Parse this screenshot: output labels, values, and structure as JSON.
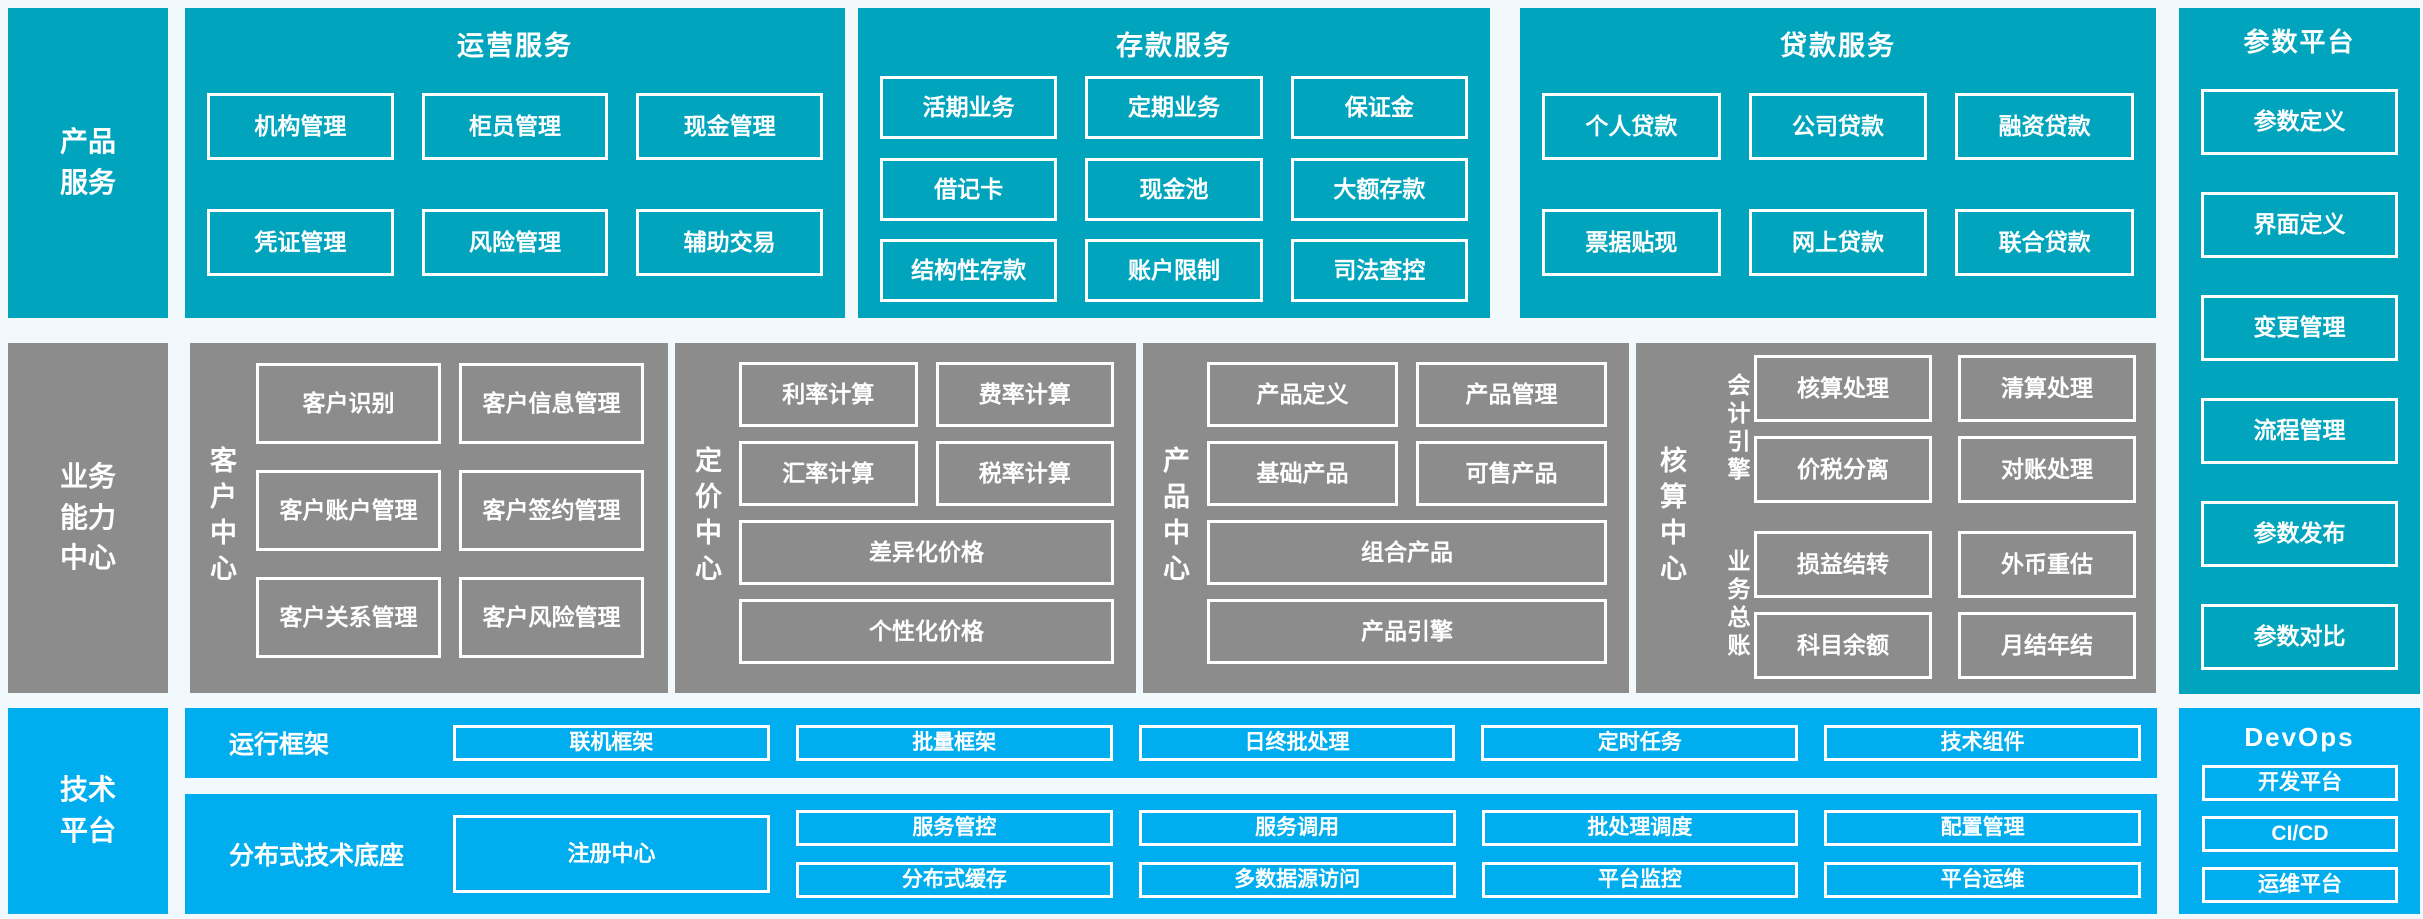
{
  "colors": {
    "teal": "#00a5bd",
    "gray": "#8c8c8c",
    "blue": "#00aeef",
    "background": "#f1f9fc",
    "box_border": "#ffffff"
  },
  "left_rail": [
    {
      "lines": [
        "产品",
        "服务"
      ]
    },
    {
      "lines": [
        "业务",
        "能力",
        "中心"
      ]
    },
    {
      "lines": [
        "技术",
        "平台"
      ]
    }
  ],
  "product_band": {
    "sections": [
      {
        "title": "运营服务",
        "rows": [
          [
            "机构管理",
            "柜员管理",
            "现金管理"
          ],
          [
            "凭证管理",
            "风险管理",
            "辅助交易"
          ]
        ]
      },
      {
        "title": "存款服务",
        "rows": [
          [
            "活期业务",
            "定期业务",
            "保证金"
          ],
          [
            "借记卡",
            "现金池",
            "大额存款"
          ],
          [
            "结构性存款",
            "账户限制",
            "司法查控"
          ]
        ]
      },
      {
        "title": "贷款服务",
        "rows": [
          [
            "个人贷款",
            "公司贷款",
            "融资贷款"
          ],
          [
            "票据贴现",
            "网上贷款",
            "联合贷款"
          ]
        ]
      }
    ]
  },
  "parameter_platform": {
    "title": "参数平台",
    "items": [
      "参数定义",
      "界面定义",
      "变更管理",
      "流程管理",
      "参数发布",
      "参数对比"
    ]
  },
  "capability_band": {
    "customer_center": {
      "label": "客户中心",
      "boxes": [
        "客户识别",
        "客户信息管理",
        "客户账户管理",
        "客户签约管理",
        "客户关系管理",
        "客户风险管理"
      ]
    },
    "pricing_center": {
      "label": "定价中心",
      "pairs": [
        [
          "利率计算",
          "费率计算"
        ],
        [
          "汇率计算",
          "税率计算"
        ]
      ],
      "wide": [
        "差异化价格",
        "个性化价格"
      ]
    },
    "product_center": {
      "label": "产品中心",
      "pairs": [
        [
          "产品定义",
          "产品管理"
        ],
        [
          "基础产品",
          "可售产品"
        ]
      ],
      "wide": [
        "组合产品",
        "产品引擎"
      ]
    },
    "accounting_center": {
      "label": "核算中心",
      "groups": [
        {
          "label": "会计引擎",
          "boxes": [
            "核算处理",
            "清算处理",
            "价税分离",
            "对账处理"
          ]
        },
        {
          "label": "业务总账",
          "boxes": [
            "损益结转",
            "外币重估",
            "科目余额",
            "月结年结"
          ]
        }
      ]
    }
  },
  "technology_band": {
    "runtime_framework": {
      "label": "运行框架",
      "items": [
        "联机框架",
        "批量框架",
        "日终批处理",
        "定时任务",
        "技术组件"
      ]
    },
    "distributed_base": {
      "label": "分布式技术底座",
      "registry": "注册中心",
      "columns": [
        [
          "服务管控",
          "分布式缓存"
        ],
        [
          "服务调用",
          "多数据源访问"
        ],
        [
          "批处理调度",
          "平台监控"
        ],
        [
          "配置管理",
          "平台运维"
        ]
      ]
    },
    "devops": {
      "title": "DevOps",
      "items": [
        "开发平台",
        "CI/CD",
        "运维平台"
      ]
    }
  }
}
